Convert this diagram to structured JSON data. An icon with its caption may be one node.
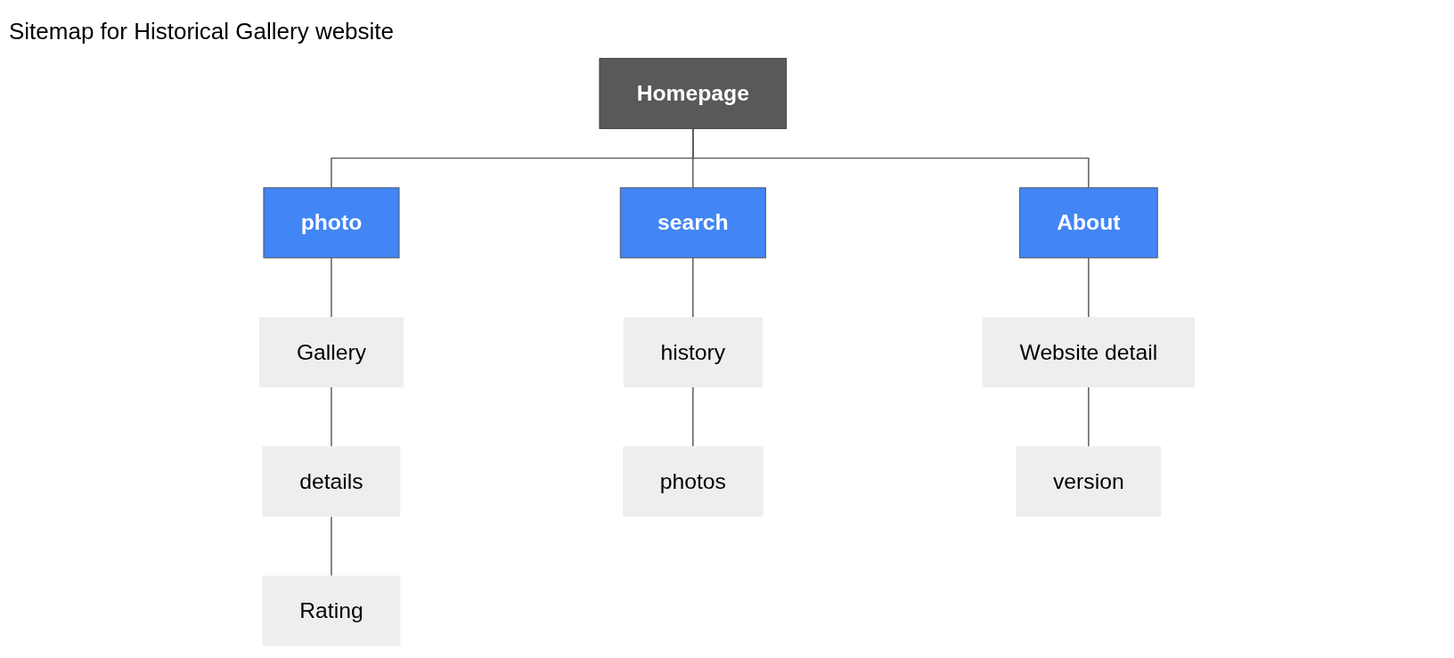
{
  "diagram": {
    "title": "Sitemap for Historical Gallery website",
    "nodes": [
      {
        "text": [
          "Homepage"
        ]
      },
      {
        "text": [
          "photo"
        ]
      },
      {
        "text": [
          "search"
        ]
      },
      {
        "text": [
          "About"
        ]
      },
      {
        "text": [
          "Gallery"
        ]
      },
      {
        "text": [
          "details"
        ]
      },
      {
        "text": [
          "Rating"
        ]
      },
      {
        "text": [
          "history"
        ]
      },
      {
        "text": [
          "photos"
        ]
      },
      {
        "text": [
          "Website detail"
        ]
      },
      {
        "text": [
          "version"
        ]
      }
    ],
    "edges": [
      {
        "from": 0,
        "to": 1,
        "arrow": "none"
      },
      {
        "from": 0,
        "to": 2,
        "arrow": "none"
      },
      {
        "from": 0,
        "to": 3,
        "arrow": "none"
      },
      {
        "from": 1,
        "to": 4,
        "arrow": "none"
      },
      {
        "from": 4,
        "to": 5,
        "arrow": "none"
      },
      {
        "from": 5,
        "to": 6,
        "arrow": "none"
      },
      {
        "from": 2,
        "to": 7,
        "arrow": "none"
      },
      {
        "from": 7,
        "to": 8,
        "arrow": "none"
      },
      {
        "from": 3,
        "to": 9,
        "arrow": "none"
      },
      {
        "from": 9,
        "to": 10,
        "arrow": "none"
      }
    ]
  }
}
